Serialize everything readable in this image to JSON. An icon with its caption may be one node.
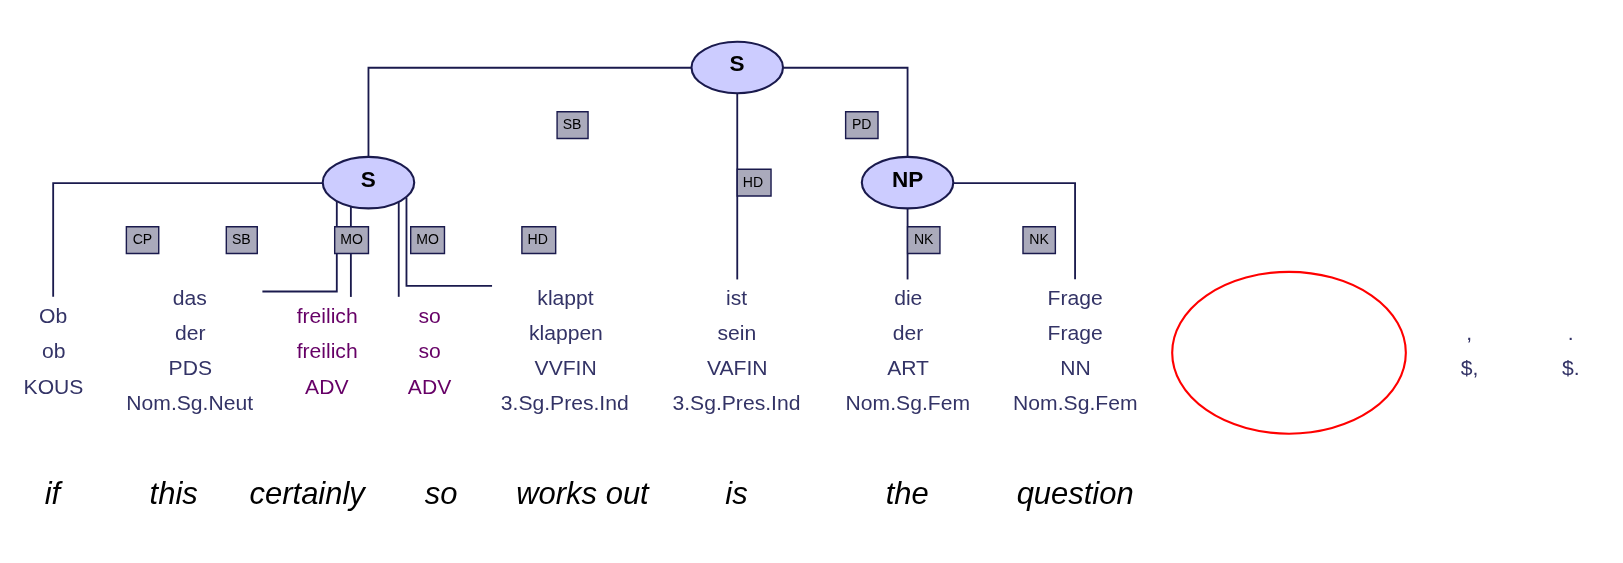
{
  "diagram": {
    "nodes": [
      {
        "text": [
          "S"
        ]
      },
      {
        "text": [
          "S"
        ]
      },
      {
        "text": [
          "NP"
        ]
      },
      {
        "text": [
          "Ob",
          "ob",
          "KOUS"
        ]
      },
      {
        "text": [
          "das",
          "der",
          "PDS",
          "Nom.Sg.Neut"
        ]
      },
      {
        "text": [
          "freilich",
          "freilich",
          "ADV"
        ]
      },
      {
        "text": [
          "so",
          "so",
          "ADV"
        ]
      },
      {
        "text": [
          "klappt",
          "klappen",
          "VVFIN",
          "3.Sg.Pres.Ind"
        ]
      },
      {
        "text": [
          "ist",
          "sein",
          "VAFIN",
          "3.Sg.Pres.Ind"
        ]
      },
      {
        "text": [
          "die",
          "der",
          "ART",
          "Nom.Sg.Fem"
        ]
      },
      {
        "text": [
          "Frage",
          "Frage",
          "NN",
          "Nom.Sg.Fem"
        ]
      },
      {
        "text": [],
        "shape": "circle"
      }
    ],
    "edges": [
      {
        "from": 0,
        "to": 1,
        "arrow": "none",
        "label": "SB"
      },
      {
        "from": 0,
        "to": 8,
        "arrow": "none",
        "label": "HD"
      },
      {
        "from": 0,
        "to": 2,
        "arrow": "none",
        "label": "PD"
      },
      {
        "from": 1,
        "to": 3,
        "arrow": "none",
        "label": "CP"
      },
      {
        "from": 1,
        "to": 4,
        "arrow": "none",
        "label": "SB"
      },
      {
        "from": 1,
        "to": 5,
        "arrow": "none",
        "label": "MO"
      },
      {
        "from": 1,
        "to": 6,
        "arrow": "none",
        "label": "MO"
      },
      {
        "from": 1,
        "to": 7,
        "arrow": "none",
        "label": "HD"
      },
      {
        "from": 2,
        "to": 9,
        "arrow": "none",
        "label": "NK"
      },
      {
        "from": 2,
        "to": 10,
        "arrow": "none",
        "label": "NK"
      }
    ],
    "labels": [
      ",",
      "$,",
      ".",
      "$.",
      "if",
      "this",
      "certainly",
      "so",
      "works out",
      "is",
      "the",
      "question"
    ]
  }
}
